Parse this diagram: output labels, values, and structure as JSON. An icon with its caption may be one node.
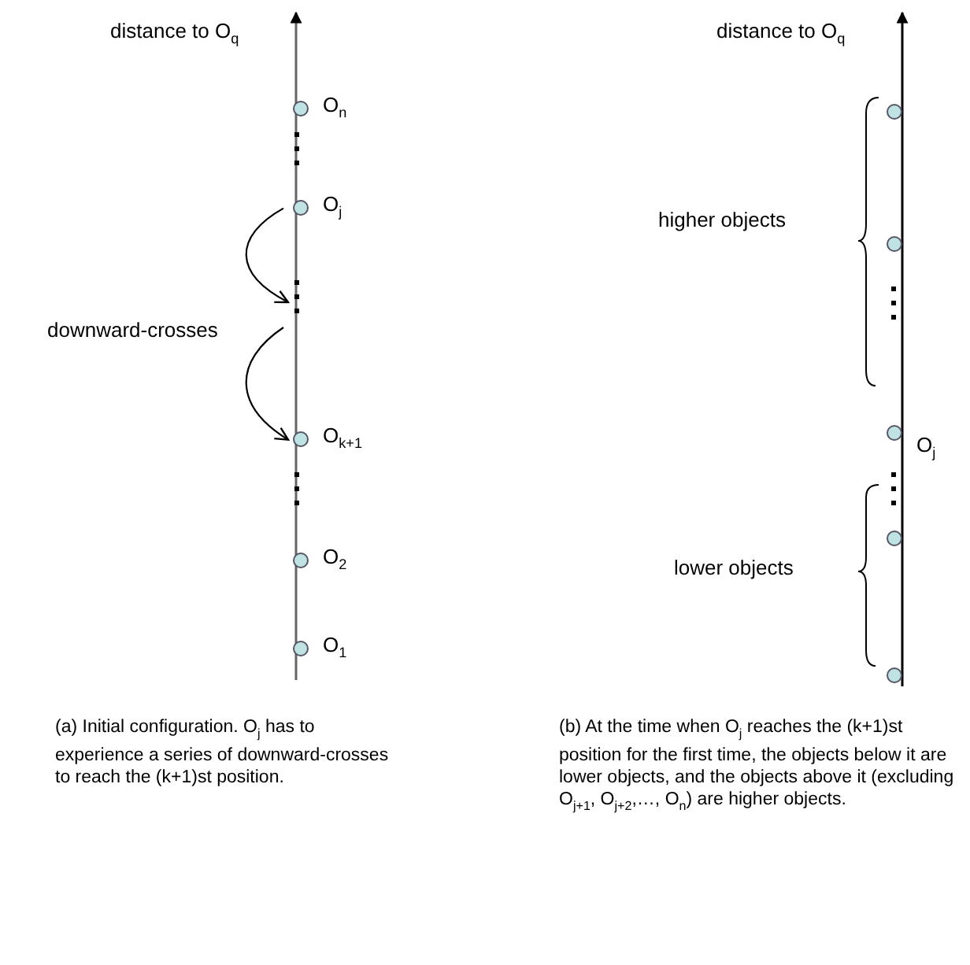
{
  "diagram": {
    "nodes": [
      {
        "text": [
          "O$_{n}$"
        ]
      },
      {
        "text": [
          "O$_{j}$"
        ]
      },
      {
        "text": [],
        "shape": "dots"
      },
      {
        "text": [
          "O$_{k+1}$"
        ]
      },
      {
        "text": [
          "O$_{2}$"
        ]
      },
      {
        "text": [
          "O$_{1}$"
        ]
      },
      {
        "text": [],
        "shape": "circle"
      },
      {
        "text": [],
        "shape": "circle"
      },
      {
        "text": [
          "O$_{j}$"
        ]
      },
      {
        "text": [],
        "shape": "circle"
      },
      {
        "text": [],
        "shape": "circle"
      }
    ],
    "edges": [
      {
        "from": 1,
        "to": 2,
        "arrow": "to"
      },
      {
        "from": 2,
        "to": 3,
        "arrow": "to"
      }
    ],
    "labels": [
      "distance to O$_{q}$",
      "downward-crosses",
      "(a) Initial configuration. O$_{j}$ has to experience a series of downward-crosses to reach the (k+1)st position.",
      "distance to O$_{q}$",
      "higher objects",
      "lower objects",
      "(b) At the time when O$_{j}$ reaches the (k+1)st position for the first time, the objects below it are lower objects, and the objects above it (excluding O$_{j+1}$, O$_{j+2}$,…, O$_{n}$) are higher objects."
    ]
  }
}
